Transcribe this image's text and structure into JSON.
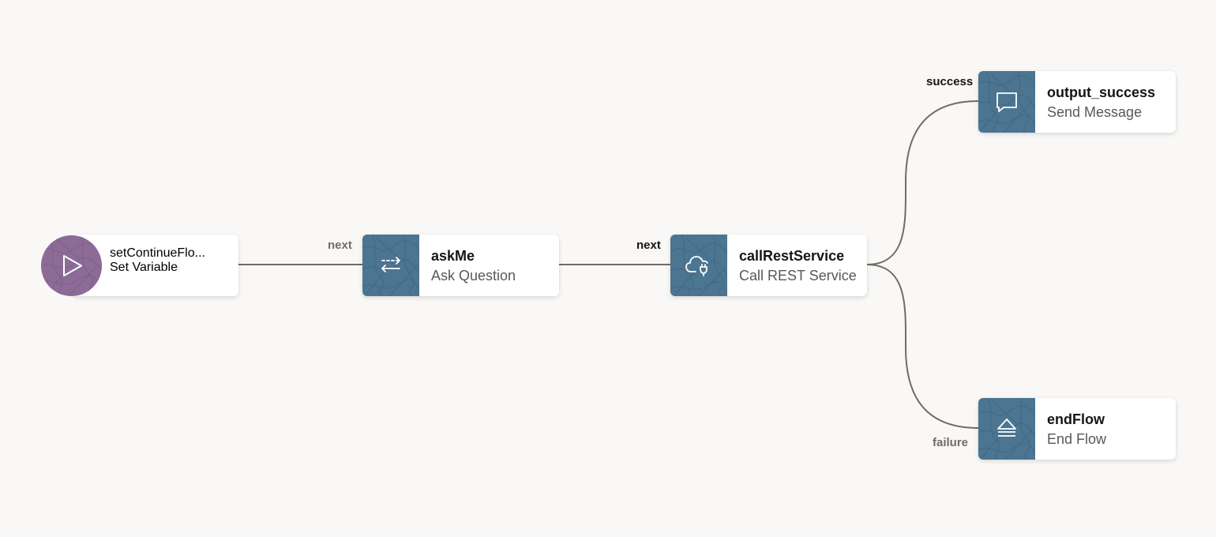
{
  "flow": {
    "nodes": {
      "start": {
        "name": "setContinueFlo...",
        "type": "Set Variable",
        "icon": "play-icon"
      },
      "askMe": {
        "name": "askMe",
        "type": "Ask Question",
        "icon": "swap-arrows-icon"
      },
      "callRest": {
        "name": "callRestService",
        "type": "Call REST Service",
        "icon": "cloud-plug-icon"
      },
      "outputSuccess": {
        "name": "output_success",
        "type": "Send Message",
        "icon": "chat-bubble-icon"
      },
      "endFlow": {
        "name": "endFlow",
        "type": "End Flow",
        "icon": "eject-icon"
      }
    },
    "edges": {
      "start_to_askMe": "next",
      "askMe_to_callRest": "next",
      "callRest_to_success": "success",
      "callRest_to_failure": "failure"
    }
  },
  "colors": {
    "background": "#f9f8f6",
    "tile": "#4c7591",
    "start_circle": "#8c6b97",
    "edge_line": "#6f6c66"
  }
}
